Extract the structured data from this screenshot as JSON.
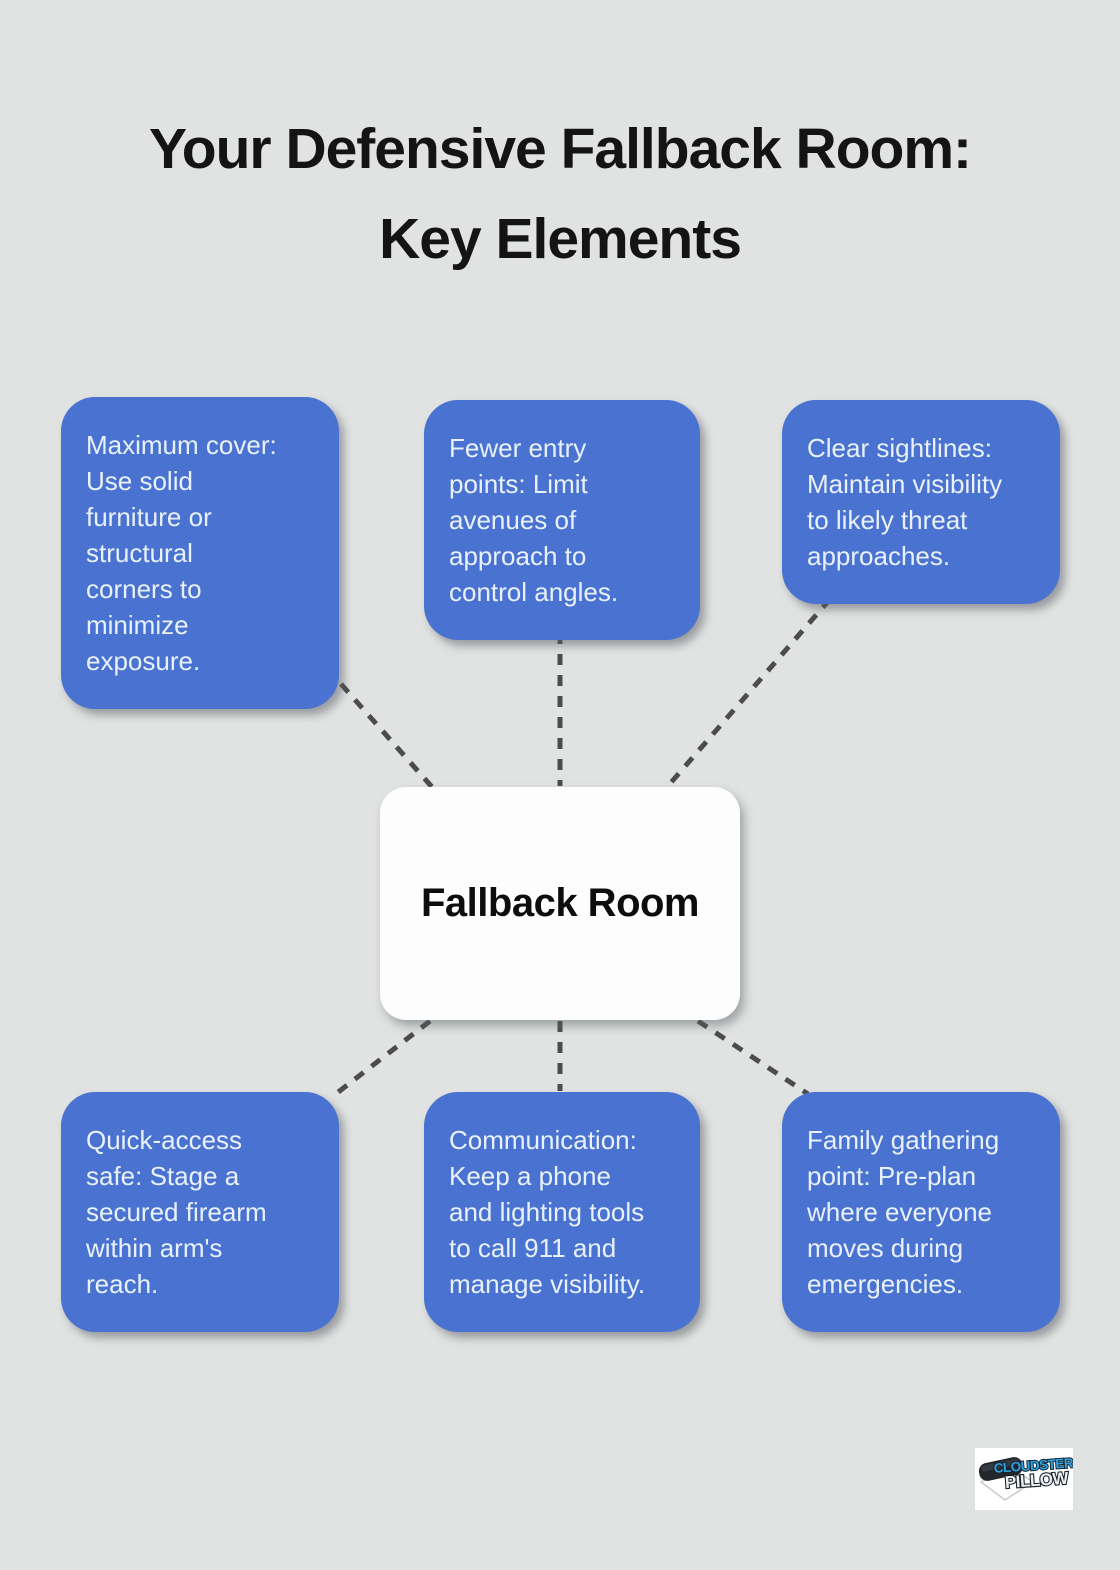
{
  "background_color": "#e1e3e2",
  "accent_blue": "#4a72d0",
  "connector_color": "#4c4c4c",
  "title": {
    "line1": "Your Defensive Fallback Room:",
    "line2": "Key Elements"
  },
  "center_node": {
    "label": "Fallback Room"
  },
  "nodes": [
    {
      "id": "maximum-cover",
      "text": "Maximum cover:\nUse solid\nfurniture or\nstructural\ncorners to\nminimize\nexposure."
    },
    {
      "id": "fewer-entry-points",
      "text": "Fewer entry\npoints: Limit\navenues of\napproach to\ncontrol angles."
    },
    {
      "id": "clear-sightlines",
      "text": "Clear sightlines:\nMaintain visibility\nto likely threat\napproaches."
    },
    {
      "id": "quick-access-safe",
      "text": "Quick-access\nsafe: Stage a\nsecured firearm\nwithin arm's\nreach."
    },
    {
      "id": "communication",
      "text": "Communication:\nKeep a phone\nand lighting tools\nto call 911 and\nmanage visibility."
    },
    {
      "id": "family-gathering-point",
      "text": "Family gathering\npoint: Pre-plan\nwhere everyone\nmoves during\nemergencies."
    }
  ],
  "logo": {
    "brand_line1": "CLOUDSTER",
    "brand_line2": "PILLOW"
  }
}
